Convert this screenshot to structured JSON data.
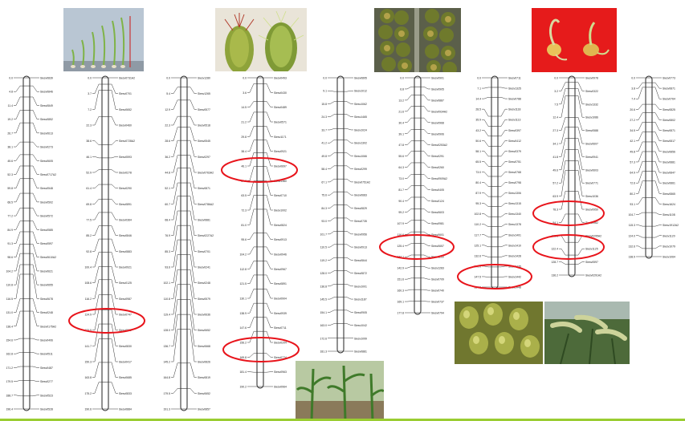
{
  "colors": {
    "background": "#ffffff",
    "chromosome_stroke": "#222222",
    "marker_line": "#333333",
    "highlight": "#e8141b",
    "bottom_bar": "#9acd32",
    "photo_seedling_bg": "#a9b8c8",
    "photo_panicle_bg": "#e9e4d8",
    "photo_seeds_bg": "#5b5f4a",
    "photo_red_bg": "#e61b1b",
    "photo_maize_bg": "#b8c9a2",
    "photo_grain_bg": "#70772f",
    "photo_field_bg": "#4d6a3a"
  },
  "photos": [
    {
      "name": "photo-seedlings",
      "icon": "seedling-row-image"
    },
    {
      "name": "photo-bristled-panicles",
      "icon": "panicle-image"
    },
    {
      "name": "photo-seed-heads",
      "icon": "seed-head-image"
    },
    {
      "name": "photo-germinating-seeds",
      "icon": "germinating-seed-image"
    },
    {
      "name": "photo-maize-field",
      "icon": "plant-field-image"
    },
    {
      "name": "photo-grain-closeup",
      "icon": "grain-closeup-image"
    },
    {
      "name": "photo-field-panicles",
      "icon": "field-panicle-image"
    }
  ],
  "chromosomes": [
    {
      "id": "chr1",
      "markers": [
        {
          "pos": "0.0",
          "name": "Siesv0839"
        },
        {
          "pos": "4.8",
          "name": "Siesv0846"
        },
        {
          "pos": "11.4",
          "name": "Siesv0849"
        },
        {
          "pos": "19.2",
          "name": "Siesv0852"
        },
        {
          "pos": "26.7",
          "name": "Siesv0613"
        },
        {
          "pos": "38.1",
          "name": "Siesv0273"
        },
        {
          "pos": "45.6",
          "name": "Siesv0605"
        },
        {
          "pos": "52.3",
          "name": "Siesv0717A2"
        },
        {
          "pos": "59.8",
          "name": "Siesv0548"
        },
        {
          "pos": "68.5",
          "name": "Siesv0502"
        },
        {
          "pos": "77.2",
          "name": "Siesv0572"
        },
        {
          "pos": "84.9",
          "name": "Siesv0585"
        },
        {
          "pos": "91.3",
          "name": "Siesv0597"
        },
        {
          "pos": "98.6",
          "name": "Siesv0610A2"
        },
        {
          "pos": "104.2",
          "name": "Siesv0621"
        },
        {
          "pos": "110.8",
          "name": "Siesv0655"
        },
        {
          "pos": "116.5",
          "name": "Siesv0678"
        },
        {
          "pos": "131.0",
          "name": "Siesv0248"
        },
        {
          "pos": "138.4",
          "name": "Siesv0175A2"
        },
        {
          "pos": "154.6",
          "name": "Siesv0406"
        },
        {
          "pos": "162.8",
          "name": "Siesv0511"
        },
        {
          "pos": "171.2",
          "name": "Siesv0487"
        },
        {
          "pos": "179.5",
          "name": "Siesv0277"
        },
        {
          "pos": "188.7",
          "name": "Siesv0523"
        },
        {
          "pos": "196.4",
          "name": "Siesv0528"
        }
      ]
    },
    {
      "id": "chr2",
      "markers": [
        {
          "pos": "0.0",
          "name": "Siesv0731A2"
        },
        {
          "pos": "3.7",
          "name": "Siesv0701"
        },
        {
          "pos": "7.2",
          "name": "Siesv0652"
        },
        {
          "pos": "22.3",
          "name": "Siesv0460"
        },
        {
          "pos": "38.6",
          "name": "Siesv0728A2"
        },
        {
          "pos": "46.1",
          "name": "Siesv0593"
        },
        {
          "pos": "52.9",
          "name": "Siesv0278"
        },
        {
          "pos": "61.4",
          "name": "Siesv0290"
        },
        {
          "pos": "69.8",
          "name": "Siesv0891"
        },
        {
          "pos": "77.5",
          "name": "Siesv0364"
        },
        {
          "pos": "85.2",
          "name": "Siesv0846"
        },
        {
          "pos": "92.8",
          "name": "Siesv0883"
        },
        {
          "pos": "100.4",
          "name": "Siesv0921"
        },
        {
          "pos": "108.6",
          "name": "Siesv0125"
        },
        {
          "pos": "116.2",
          "name": "Siesv0987"
        },
        {
          "pos": "124.9",
          "name": "Siesv0747"
        },
        {
          "pos": "133.5",
          "name": "Siesv0811"
        },
        {
          "pos": "141.7",
          "name": "Siesv0830"
        },
        {
          "pos": "150.3",
          "name": "Siesv0417"
        },
        {
          "pos": "163.8",
          "name": "Siesv0685"
        },
        {
          "pos": "175.2",
          "name": "Siesv0833"
        },
        {
          "pos": "190.6",
          "name": "Siesv0884"
        }
      ]
    },
    {
      "id": "chr3",
      "markers": [
        {
          "pos": "0.0",
          "name": "Siesv1280"
        },
        {
          "pos": "5.4",
          "name": "Siesv1265"
        },
        {
          "pos": "12.9",
          "name": "Siesv0577"
        },
        {
          "pos": "22.3",
          "name": "Siesv0518"
        },
        {
          "pos": "28.6",
          "name": "Siesv0545"
        },
        {
          "pos": "36.2",
          "name": "Siesv0297"
        },
        {
          "pos": "44.8",
          "name": "Siesv0763A2"
        },
        {
          "pos": "52.1",
          "name": "Siesv0871"
        },
        {
          "pos": "60.7",
          "name": "Siesv0786A2"
        },
        {
          "pos": "68.4",
          "name": "Siesv0881"
        },
        {
          "pos": "76.9",
          "name": "Siesv0227A2"
        },
        {
          "pos": "85.3",
          "name": "Siesv0701"
        },
        {
          "pos": "93.6",
          "name": "Siesv0241"
        },
        {
          "pos": "102.1",
          "name": "Siesv0248"
        },
        {
          "pos": "110.8",
          "name": "Siesv0579"
        },
        {
          "pos": "119.4",
          "name": "Siesv0636"
        },
        {
          "pos": "128.0",
          "name": "Siesv0652"
        },
        {
          "pos": "136.7",
          "name": "Siesv0668"
        },
        {
          "pos": "145.2",
          "name": "Siesv0826"
        },
        {
          "pos": "164.8",
          "name": "Siesv0819"
        },
        {
          "pos": "179.5",
          "name": "Siesv0652"
        },
        {
          "pos": "191.3",
          "name": "Siesv0857"
        }
      ]
    },
    {
      "id": "chr4",
      "markers": [
        {
          "pos": "0.0",
          "name": "Siesv0493"
        },
        {
          "pos": "3.6",
          "name": "Siesv0430"
        },
        {
          "pos": "14.5",
          "name": "Siesv0489"
        },
        {
          "pos": "21.2",
          "name": "Siesv0571"
        },
        {
          "pos": "29.8",
          "name": "Siesv1171"
        },
        {
          "pos": "38.4",
          "name": "Siesv0921"
        },
        {
          "pos": "46.1",
          "name": "Siesv0697"
        },
        {
          "pos": "54.7",
          "name": "Siesv1380"
        },
        {
          "pos": "63.5",
          "name": "Siesv0710"
        },
        {
          "pos": "72.3",
          "name": "Siesv1002"
        },
        {
          "pos": "81.0",
          "name": "Siesv0824"
        },
        {
          "pos": "95.6",
          "name": "Siesv0913"
        },
        {
          "pos": "104.2",
          "name": "Siesv0946"
        },
        {
          "pos": "112.8",
          "name": "Siesv0967"
        },
        {
          "pos": "121.5",
          "name": "Siesv0891"
        },
        {
          "pos": "130.1",
          "name": "Siesv0904"
        },
        {
          "pos": "138.9",
          "name": "Siesv0939"
        },
        {
          "pos": "147.6",
          "name": "Siesv0711"
        },
        {
          "pos": "156.2",
          "name": "Siesv0204"
        },
        {
          "pos": "169.8",
          "name": "Siesv0774"
        },
        {
          "pos": "181.4",
          "name": "Siesv0963"
        },
        {
          "pos": "190.2",
          "name": "Siesv0964"
        }
      ]
    },
    {
      "id": "chr5",
      "markers": [
        {
          "pos": "0.0",
          "name": "Siesv0895"
        },
        {
          "pos": "9.1",
          "name": "Siesv1012"
        },
        {
          "pos": "15.8",
          "name": "Siesv1062"
        },
        {
          "pos": "24.3",
          "name": "Siesv1465"
        },
        {
          "pos": "33.7",
          "name": "Siesv1024"
        },
        {
          "pos": "41.2",
          "name": "Siesv1302"
        },
        {
          "pos": "49.8",
          "name": "Siesv1066"
        },
        {
          "pos": "58.4",
          "name": "Siesv0299"
        },
        {
          "pos": "67.1",
          "name": "Siesv0751A2"
        },
        {
          "pos": "75.6",
          "name": "Siesv0683"
        },
        {
          "pos": "84.3",
          "name": "Siesv0829"
        },
        {
          "pos": "93.0",
          "name": "Siesv0735"
        },
        {
          "pos": "101.7",
          "name": "Siesv0956"
        },
        {
          "pos": "110.5",
          "name": "Siesv0913"
        },
        {
          "pos": "119.2",
          "name": "Siesv0844"
        },
        {
          "pos": "128.0",
          "name": "Siesv0872"
        },
        {
          "pos": "136.8",
          "name": "Siesv1001"
        },
        {
          "pos": "145.5",
          "name": "Siesv1187"
        },
        {
          "pos": "154.1",
          "name": "Siesv0905"
        },
        {
          "pos": "163.0",
          "name": "Siesv1042"
        },
        {
          "pos": "172.6",
          "name": "Siesv1099"
        },
        {
          "pos": "181.3",
          "name": "Siesv0881"
        }
      ]
    },
    {
      "id": "chr6",
      "markers": [
        {
          "pos": "0.0",
          "name": "Siesv0901"
        },
        {
          "pos": "6.8",
          "name": "Siesv0905"
        },
        {
          "pos": "13.2",
          "name": "Siesv0887"
        },
        {
          "pos": "21.6",
          "name": "Siesv0934A2"
        },
        {
          "pos": "30.4",
          "name": "Siesv0968"
        },
        {
          "pos": "39.1",
          "name": "Siesv0906"
        },
        {
          "pos": "47.8",
          "name": "Siesv0253A2"
        },
        {
          "pos": "55.6",
          "name": "Siesv0291"
        },
        {
          "pos": "64.3",
          "name": "Siesv0260"
        },
        {
          "pos": "73.0",
          "name": "Siesv0909A2"
        },
        {
          "pos": "81.7",
          "name": "Siesv0405"
        },
        {
          "pos": "90.4",
          "name": "Siesv0124"
        },
        {
          "pos": "99.2",
          "name": "Siesv0603"
        },
        {
          "pos": "107.9",
          "name": "Siesv0981"
        },
        {
          "pos": "116.6",
          "name": "Siesv0601"
        },
        {
          "pos": "125.4",
          "name": "Siesv0657"
        },
        {
          "pos": "134.1",
          "name": "Siesv1260"
        },
        {
          "pos": "142.9",
          "name": "Siesv1283"
        },
        {
          "pos": "151.6",
          "name": "Siesv0709"
        },
        {
          "pos": "160.3",
          "name": "Siesv0740"
        },
        {
          "pos": "169.1",
          "name": "Siesv0737"
        },
        {
          "pos": "177.8",
          "name": "Siesv0794"
        }
      ]
    },
    {
      "id": "chr7",
      "markers": [
        {
          "pos": "0.0",
          "name": "Siesv0711"
        },
        {
          "pos": "7.1",
          "name": "Siesv1325"
        },
        {
          "pos": "14.4",
          "name": "Siesv0788"
        },
        {
          "pos": "28.5",
          "name": "Siesv1118"
        },
        {
          "pos": "35.9",
          "name": "Siesv1113"
        },
        {
          "pos": "43.2",
          "name": "Siesv0397"
        },
        {
          "pos": "50.6",
          "name": "Siesv0412"
        },
        {
          "pos": "58.1",
          "name": "Siesv0379"
        },
        {
          "pos": "65.5",
          "name": "Siesv0751"
        },
        {
          "pos": "73.0",
          "name": "Siesv0768"
        },
        {
          "pos": "80.4",
          "name": "Siesv0798"
        },
        {
          "pos": "87.9",
          "name": "Siesv1306"
        },
        {
          "pos": "95.3",
          "name": "Siesv1315"
        },
        {
          "pos": "102.8",
          "name": "Siesv1340"
        },
        {
          "pos": "110.2",
          "name": "Siesv1378"
        },
        {
          "pos": "117.7",
          "name": "Siesv1401"
        },
        {
          "pos": "125.1",
          "name": "Siesv1410"
        },
        {
          "pos": "132.6",
          "name": "Siesv1428"
        },
        {
          "pos": "140.0",
          "name": "Siesv1435"
        },
        {
          "pos": "147.5",
          "name": "Siesv1442"
        },
        {
          "pos": "154.9",
          "name": "Siesv1448"
        }
      ]
    },
    {
      "id": "chr8",
      "markers": [
        {
          "pos": "0.0",
          "name": "Siesv0978"
        },
        {
          "pos": "3.2",
          "name": "Siesv0322"
        },
        {
          "pos": "7.5",
          "name": "Siesv1332"
        },
        {
          "pos": "12.4",
          "name": "Siesv1086"
        },
        {
          "pos": "27.3",
          "name": "Siesv0588"
        },
        {
          "pos": "34.1",
          "name": "Siesv0607"
        },
        {
          "pos": "41.8",
          "name": "Siesv0941"
        },
        {
          "pos": "49.6",
          "name": "Siesv0603"
        },
        {
          "pos": "57.2",
          "name": "Siesv0771"
        },
        {
          "pos": "63.9",
          "name": "Siesv1036"
        },
        {
          "pos": "78.3",
          "name": "Siesv0950"
        },
        {
          "pos": "94.1",
          "name": "Siesv0962"
        },
        {
          "pos": "113.6",
          "name": "Siesv0295A2"
        },
        {
          "pos": "122.4",
          "name": "Siesv1125"
        },
        {
          "pos": "128.7",
          "name": "Siesv0597"
        },
        {
          "pos": "136.2",
          "name": "Siesv0291A2"
        }
      ]
    },
    {
      "id": "chr9",
      "markers": [
        {
          "pos": "0.0",
          "name": "Siesv0773"
        },
        {
          "pos": "3.8",
          "name": "Siesv0871"
        },
        {
          "pos": "7.4",
          "name": "Siesv0764"
        },
        {
          "pos": "20.6",
          "name": "Siesv0825"
        },
        {
          "pos": "27.2",
          "name": "Siesv0802"
        },
        {
          "pos": "34.5",
          "name": "Siesv0871"
        },
        {
          "pos": "42.1",
          "name": "Siesv0817"
        },
        {
          "pos": "49.8",
          "name": "Siesv0856"
        },
        {
          "pos": "57.3",
          "name": "Siesv0881"
        },
        {
          "pos": "64.9",
          "name": "Siesv0847"
        },
        {
          "pos": "72.6",
          "name": "Siesv0861"
        },
        {
          "pos": "80.2",
          "name": "Siesv0865"
        },
        {
          "pos": "93.1",
          "name": "Siesv1624"
        },
        {
          "pos": "104.7",
          "name": "Siesv1108"
        },
        {
          "pos": "115.3",
          "name": "Siesv1912A2"
        },
        {
          "pos": "124.0",
          "name": "Siesv1120"
        },
        {
          "pos": "132.6",
          "name": "Siesv1079"
        },
        {
          "pos": "138.9",
          "name": "Siesv1064"
        }
      ]
    }
  ]
}
